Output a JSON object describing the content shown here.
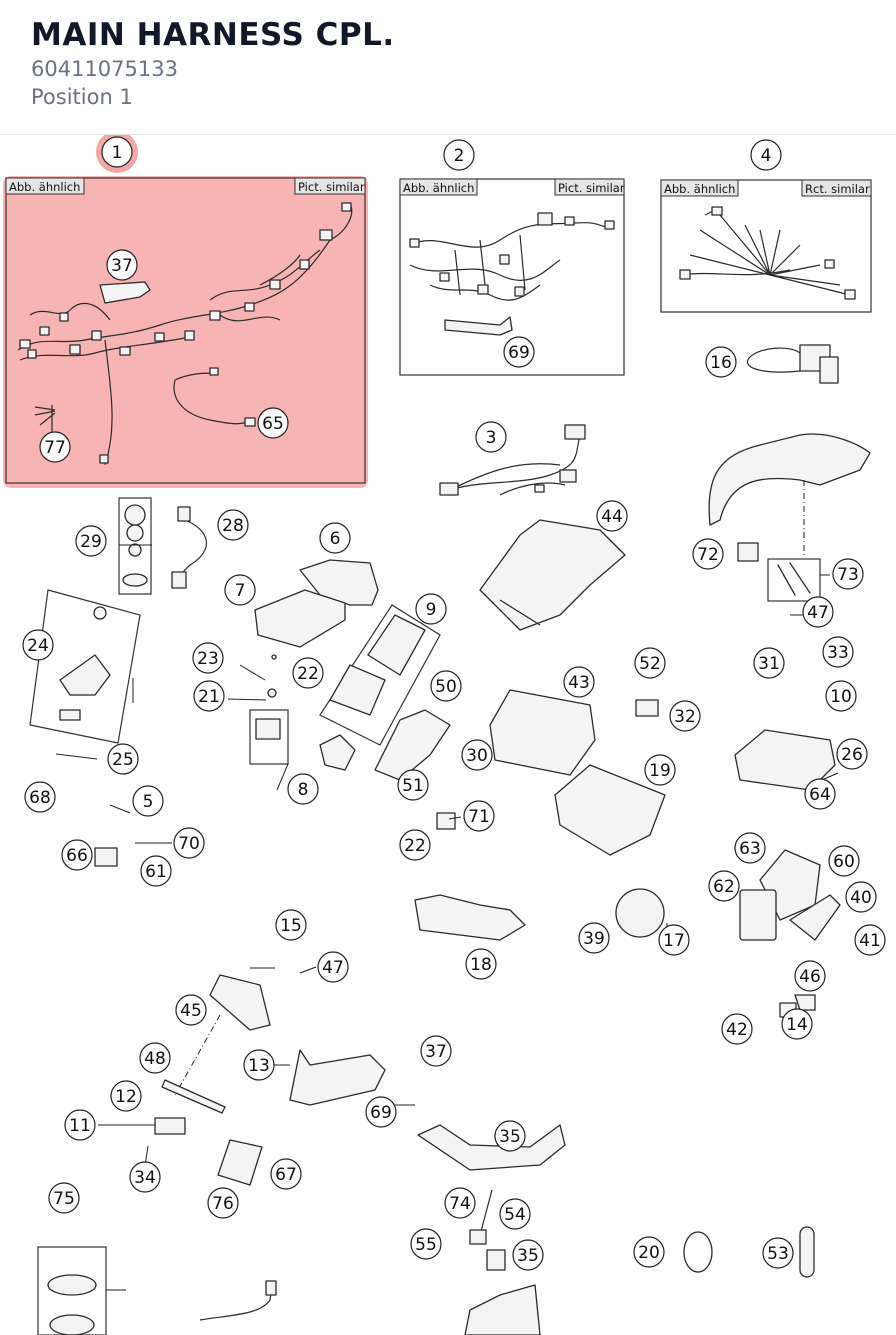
{
  "header": {
    "title": "MAIN HARNESS CPL.",
    "part_number": "60411075133",
    "position": "Position 1"
  },
  "diagram": {
    "highlight_color": "#f7a6a6",
    "selected_callout": "1",
    "tags": {
      "abb": "Abb. ähnlich",
      "pict": "Pict. similar",
      "pict_variant": "Rct. similar"
    },
    "callouts": [
      "1",
      "2",
      "4",
      "37",
      "65",
      "77",
      "69",
      "16",
      "3",
      "29",
      "28",
      "6",
      "44",
      "72",
      "73",
      "47",
      "7",
      "9",
      "24",
      "23",
      "22",
      "21",
      "50",
      "43",
      "52",
      "32",
      "31",
      "33",
      "10",
      "8",
      "51",
      "30",
      "26",
      "25",
      "68",
      "5",
      "19",
      "64",
      "71",
      "66",
      "70",
      "22",
      "61",
      "63",
      "60",
      "62",
      "40",
      "41",
      "39",
      "17",
      "18",
      "15",
      "47",
      "45",
      "46",
      "42",
      "14",
      "48",
      "13",
      "37",
      "12",
      "69",
      "11",
      "35",
      "34",
      "67",
      "75",
      "76",
      "74",
      "54",
      "55",
      "35",
      "20",
      "53"
    ]
  }
}
